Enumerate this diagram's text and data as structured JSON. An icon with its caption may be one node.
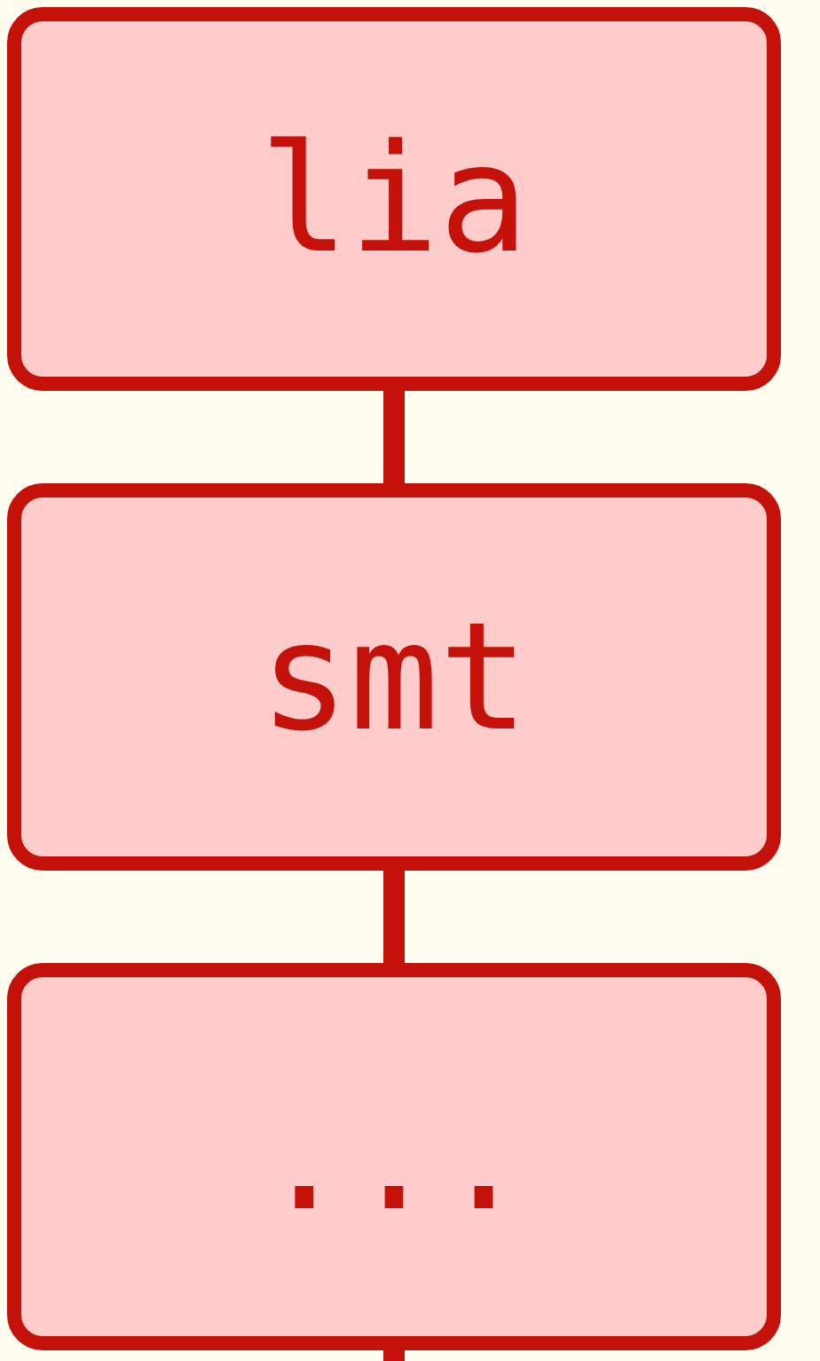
{
  "diagram": {
    "nodes": [
      {
        "text": [
          "lia"
        ]
      },
      {
        "text": [
          "smt"
        ]
      },
      {
        "text": [
          "..."
        ]
      }
    ],
    "edges": [
      {
        "from": 0,
        "to": 1,
        "arrow": "none"
      },
      {
        "from": 1,
        "to": 2,
        "arrow": "none"
      },
      {
        "from": 2,
        "to": null,
        "arrow": "none"
      }
    ]
  }
}
